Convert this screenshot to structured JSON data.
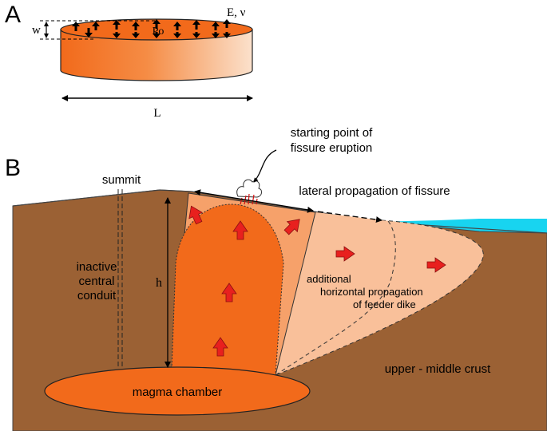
{
  "panel_a": {
    "panel_label": "A",
    "width_label": "w",
    "pressure_label": "Po",
    "material_label": "E, ν",
    "length_label": "L"
  },
  "panel_b": {
    "panel_label": "B",
    "summit_label": "summit",
    "starting_point_label_line1": "starting point of",
    "starting_point_label_line2": "fissure eruption",
    "lateral_label": "lateral propagation of fissure",
    "conduit_label_line1": "inactive",
    "conduit_label_line2": "central",
    "conduit_label_line3": "conduit",
    "depth_label": "h",
    "horizontal_label_line1": "additional",
    "horizontal_label_line2": "horizontal propagation",
    "horizontal_label_line3": "of feeder dike",
    "crust_label": "upper - middle crust",
    "chamber_label": "magma chamber"
  },
  "colors": {
    "crust": "#9b6134",
    "magma": "#f26a1b",
    "dike_light": "#f9c09a",
    "dike_mid": "#f6a16a",
    "sea": "#18d4f0",
    "arrow": "#e8201e"
  }
}
